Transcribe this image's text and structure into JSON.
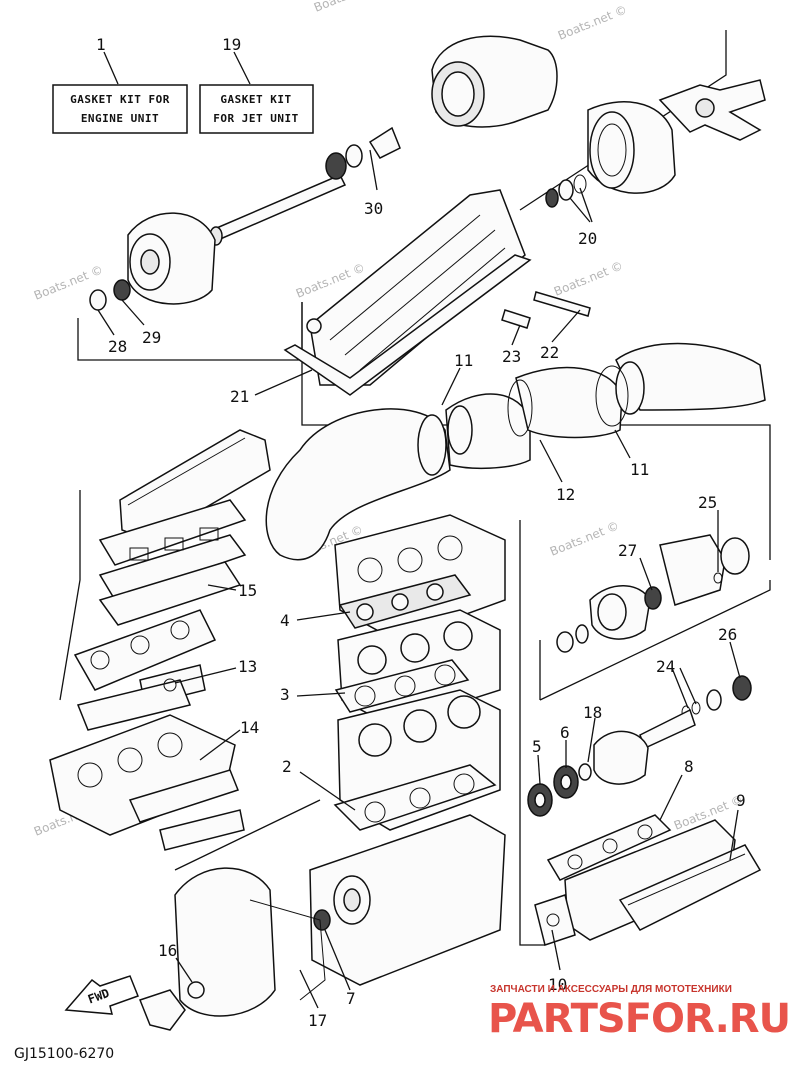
{
  "watermarks": [
    "Boats.net ©",
    "Boats.net ©",
    "Boats.net ©",
    "Boats.net ©",
    "Boats.net ©",
    "Boats.net ©",
    "Boats.net ©",
    "Boats.net ©",
    "Boats.net ©"
  ],
  "kit_boxes": [
    {
      "number": "1",
      "line1": "GASKET KIT FOR",
      "line2": "ENGINE UNIT"
    },
    {
      "number": "19",
      "line1": "GASKET KIT",
      "line2": "FOR JET UNIT"
    }
  ],
  "callouts": {
    "c2": "2",
    "c3": "3",
    "c4": "4",
    "c5": "5",
    "c6": "6",
    "c7": "7",
    "c8": "8",
    "c9": "9",
    "c10": "10",
    "c11a": "11",
    "c11b": "11",
    "c12": "12",
    "c13": "13",
    "c14": "14",
    "c15": "15",
    "c16": "16",
    "c17": "17",
    "c18": "18",
    "c20": "20",
    "c21": "21",
    "c22": "22",
    "c23": "23",
    "c24": "24",
    "c25": "25",
    "c26": "26",
    "c27": "27",
    "c28": "28",
    "c29": "29",
    "c30": "30"
  },
  "fwd_label": "FWD",
  "part_number": "GJ15100-6270",
  "brand": {
    "tagline": "ЗАПЧАСТИ И АКСЕССУАРЫ ДЛЯ МОТОТЕХНИКИ",
    "logo": "PARTSFOR.RU"
  }
}
